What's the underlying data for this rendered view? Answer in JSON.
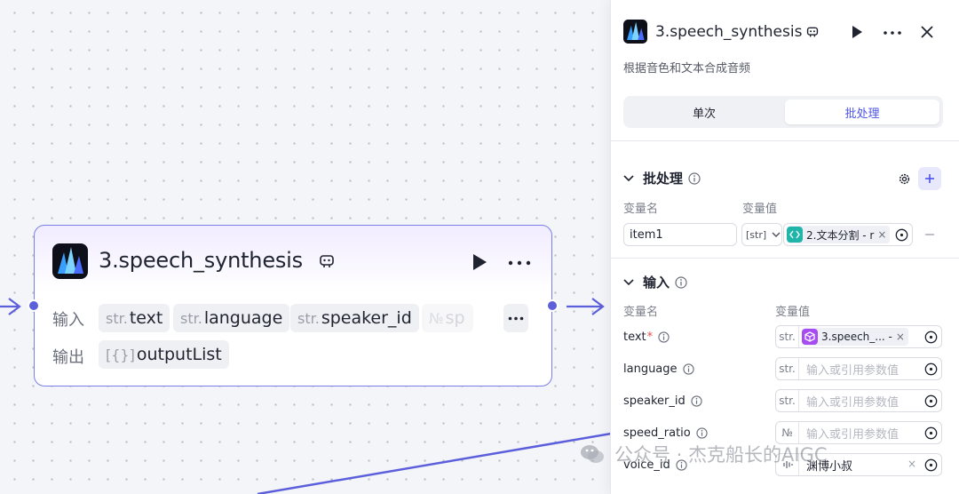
{
  "node": {
    "title": "3.speech_synthesis",
    "input_label": "输入",
    "output_label": "输出",
    "inputs": [
      {
        "type": "str.",
        "name": "text"
      },
      {
        "type": "str.",
        "name": "language"
      },
      {
        "type": "str.",
        "name": "speaker_id"
      },
      {
        "type": "№",
        "name": "sp"
      }
    ],
    "outputs": [
      {
        "type": "[{}]",
        "name": "outputList"
      }
    ]
  },
  "panel": {
    "title": "3.speech_synthesis",
    "description": "根据音色和文本合成音频",
    "tabs": {
      "single": "单次",
      "batch": "批处理",
      "active": "batch"
    },
    "batch": {
      "heading": "批处理",
      "col_name": "变量名",
      "col_value": "变量值",
      "item": {
        "name": "item1",
        "type": "[str]",
        "ref": "2.文本分割 - r"
      }
    },
    "input": {
      "heading": "输入",
      "col_name": "变量名",
      "col_value": "变量值",
      "params": [
        {
          "name": "text",
          "required": "*",
          "type": "str.",
          "ref": "3.speech_... -"
        },
        {
          "name": "language",
          "type": "str.",
          "placeholder": "输入或引用参数值"
        },
        {
          "name": "speaker_id",
          "type": "str.",
          "placeholder": "输入或引用参数值"
        },
        {
          "name": "speed_ratio",
          "type": "№",
          "placeholder": "输入或引用参数值"
        },
        {
          "name": "voice_id",
          "value": "渊博小叔"
        }
      ]
    }
  },
  "watermark": "公众号 · 杰克船长的AIGC",
  "colors": {
    "accent": "#4d53e8",
    "wire": "#5c5fdc",
    "required": "#e5484d"
  }
}
